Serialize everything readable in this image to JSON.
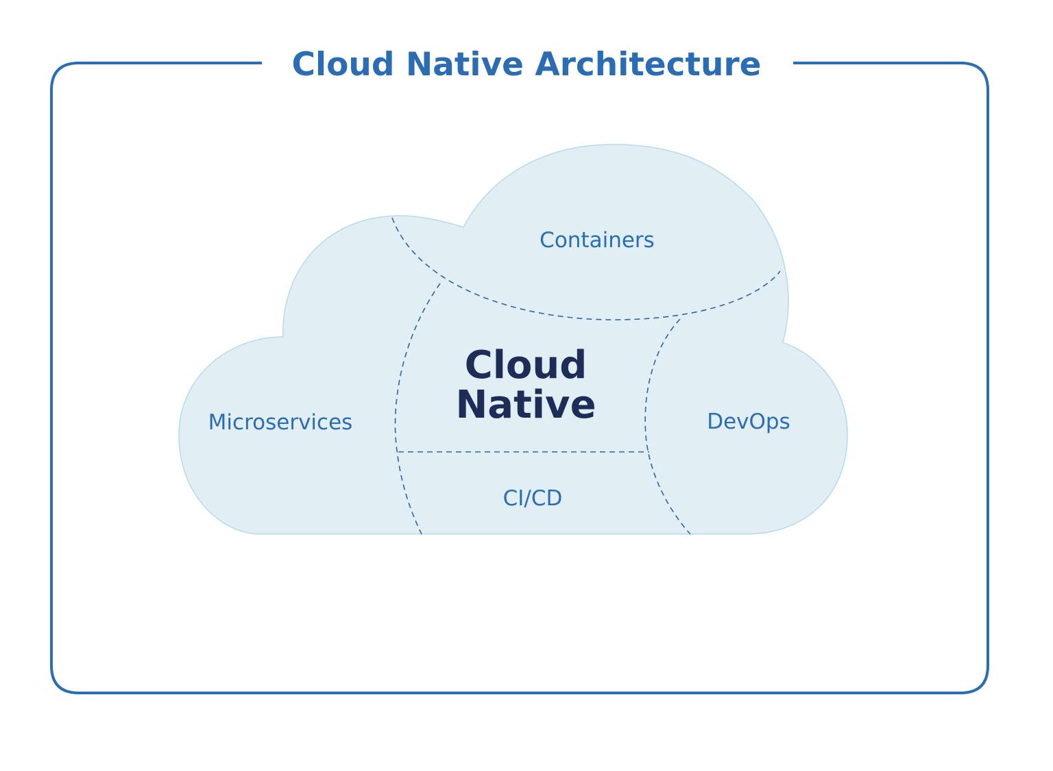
{
  "diagram": {
    "title": "Cloud Native Architecture",
    "center_label": [
      "Cloud",
      "Native"
    ],
    "regions": {
      "containers": "Containers",
      "microservices": "Microservices",
      "devops": "DevOps",
      "cicd": "CI/CD"
    },
    "colors": {
      "frame": "#2a6db5",
      "title": "#2a6db5",
      "cloud_fill": "#e1eef4",
      "cloud_outline": "#b6daed",
      "dashed_dividers": "#2c64a6",
      "region_labels": "#2a6db5",
      "center_label": "#1d2d57"
    }
  }
}
